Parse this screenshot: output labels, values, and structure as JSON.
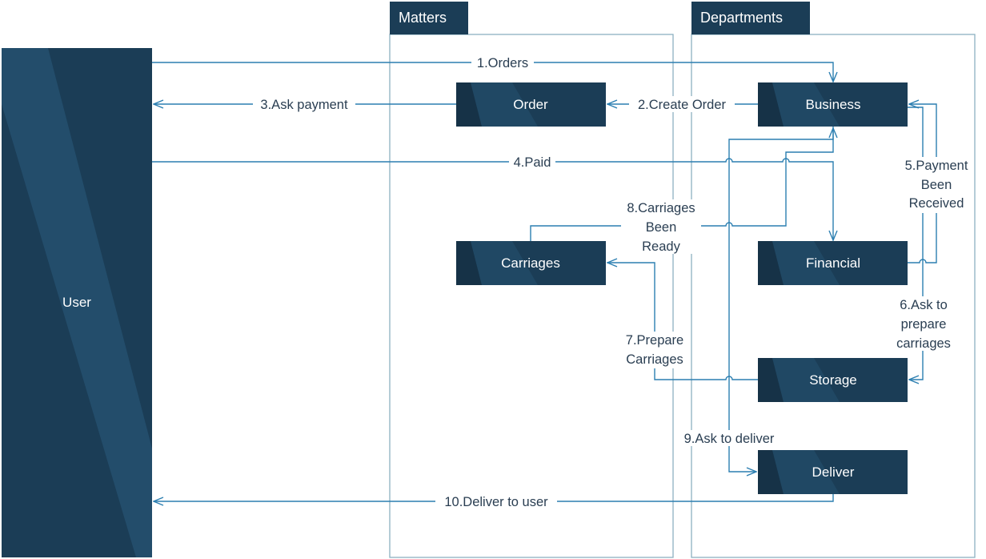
{
  "actor": {
    "label": "User"
  },
  "lanes": [
    {
      "id": "matters",
      "title": "Matters"
    },
    {
      "id": "departments",
      "title": "Departments"
    }
  ],
  "nodes": {
    "order": "Order",
    "carriages": "Carriages",
    "business": "Business",
    "financial": "Financial",
    "storage": "Storage",
    "deliver": "Deliver"
  },
  "flows": [
    {
      "id": "f1",
      "label": [
        "1.Orders"
      ]
    },
    {
      "id": "f2",
      "label": [
        "2.Create Order"
      ]
    },
    {
      "id": "f3",
      "label": [
        "3.Ask payment"
      ]
    },
    {
      "id": "f4",
      "label": [
        "4.Paid"
      ]
    },
    {
      "id": "f5",
      "label": [
        "5.Payment",
        "Been",
        "Received"
      ]
    },
    {
      "id": "f6",
      "label": [
        "6.Ask to",
        "prepare",
        "carriages"
      ]
    },
    {
      "id": "f7",
      "label": [
        "7.Prepare",
        "Carriages"
      ]
    },
    {
      "id": "f8",
      "label": [
        "8.Carriages",
        "Been",
        "Ready"
      ]
    },
    {
      "id": "f9",
      "label": [
        "9.Ask to deliver"
      ]
    },
    {
      "id": "f10",
      "label": [
        "10.Deliver to user"
      ]
    }
  ],
  "colors": {
    "node_fill": "#1b3d56",
    "node_sheen": "#24506e",
    "lane_border": "#8db0c1",
    "arrow": "#2c7fb1",
    "label_text": "#2a3e52"
  }
}
